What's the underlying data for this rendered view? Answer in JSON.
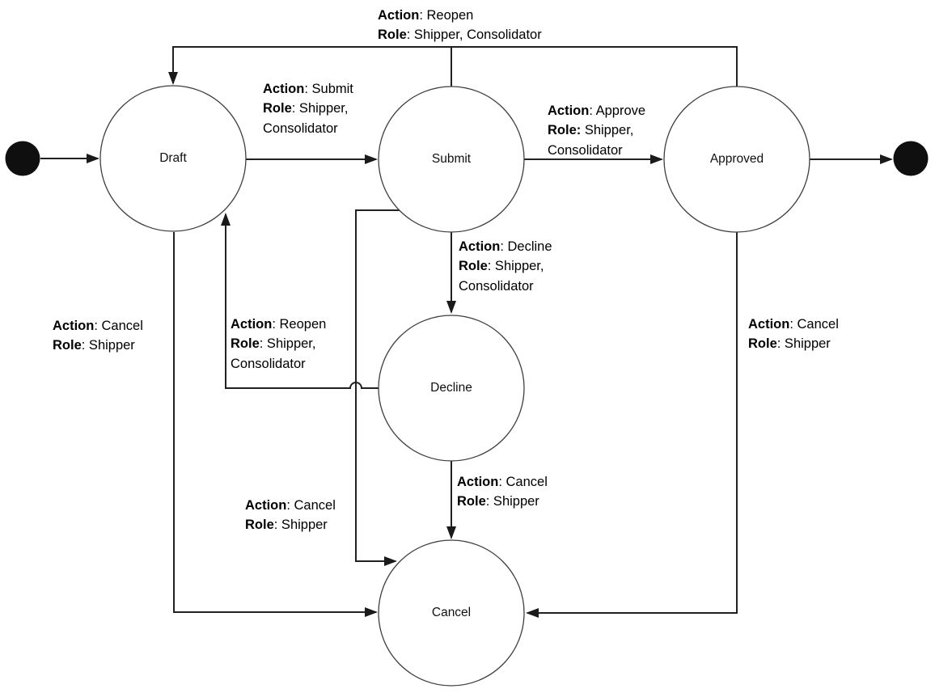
{
  "diagram_type": "state-machine",
  "colors": {
    "background": "#ffffff",
    "edge_line": "#212121",
    "state_stroke": "#3f3f3f",
    "state_fill": "#ffffff",
    "terminal_fill": "#0f0f0f",
    "text": "#000000"
  },
  "nodes": {
    "start": {
      "type": "initial-terminal"
    },
    "draft": {
      "label": "Draft"
    },
    "submit": {
      "label": "Submit"
    },
    "approved": {
      "label": "Approved"
    },
    "decline": {
      "label": "Decline"
    },
    "cancel": {
      "label": "Cancel"
    },
    "end": {
      "type": "final-terminal"
    }
  },
  "labels": {
    "reopen_top": {
      "l1b": "Action",
      "l1r": ": Reopen",
      "l2b": "Role",
      "l2r": ": Shipper, Consolidator"
    },
    "draft_submit": {
      "l1b": "Action",
      "l1r": ": Submit",
      "l2b": "Role",
      "l2r": ": Shipper,",
      "l3": "Consolidator"
    },
    "submit_approve": {
      "l1b": "Action",
      "l1r": ": Approve",
      "l2b": "Role:",
      "l2r": " Shipper,",
      "l3": "Consolidator"
    },
    "submit_decline": {
      "l1b": "Action",
      "l1r": ": Decline",
      "l2b": "Role",
      "l2r": ": Shipper,",
      "l3": "Consolidator"
    },
    "decline_reopen": {
      "l1b": "Action",
      "l1r": ": Reopen",
      "l2b": "Role",
      "l2r": ": Shipper,",
      "l3": "Consolidator"
    },
    "draft_cancel": {
      "l1b": "Action",
      "l1r": ": Cancel",
      "l2b": "Role",
      "l2r": ": Shipper"
    },
    "submit_cancel": {
      "l1b": "Action",
      "l1r": ": Cancel",
      "l2b": "Role",
      "l2r": ": Shipper"
    },
    "decline_cancel": {
      "l1b": "Action",
      "l1r": ": Cancel",
      "l2b": "Role",
      "l2r": ": Shipper"
    },
    "approved_cancel": {
      "l1b": "Action",
      "l1r": ": Cancel",
      "l2b": "Role",
      "l2r": ": Shipper"
    }
  },
  "transitions": [
    {
      "from": "Start",
      "to": "Draft"
    },
    {
      "from": "Draft",
      "to": "Submit",
      "action": "Submit",
      "roles": "Shipper, Consolidator"
    },
    {
      "from": "Submit",
      "to": "Approved",
      "action": "Approve",
      "roles": "Shipper, Consolidator"
    },
    {
      "from": "Submit",
      "to": "Draft",
      "action": "Reopen",
      "roles": "Shipper, Consolidator"
    },
    {
      "from": "Approved",
      "to": "Draft",
      "action": "Reopen",
      "roles": "Shipper, Consolidator"
    },
    {
      "from": "Submit",
      "to": "Decline",
      "action": "Decline",
      "roles": "Shipper, Consolidator"
    },
    {
      "from": "Decline",
      "to": "Draft",
      "action": "Reopen",
      "roles": "Shipper, Consolidator"
    },
    {
      "from": "Draft",
      "to": "Cancel",
      "action": "Cancel",
      "roles": "Shipper"
    },
    {
      "from": "Submit",
      "to": "Cancel",
      "action": "Cancel",
      "roles": "Shipper"
    },
    {
      "from": "Decline",
      "to": "Cancel",
      "action": "Cancel",
      "roles": "Shipper"
    },
    {
      "from": "Approved",
      "to": "Cancel",
      "action": "Cancel",
      "roles": "Shipper"
    },
    {
      "from": "Approved",
      "to": "End"
    }
  ]
}
